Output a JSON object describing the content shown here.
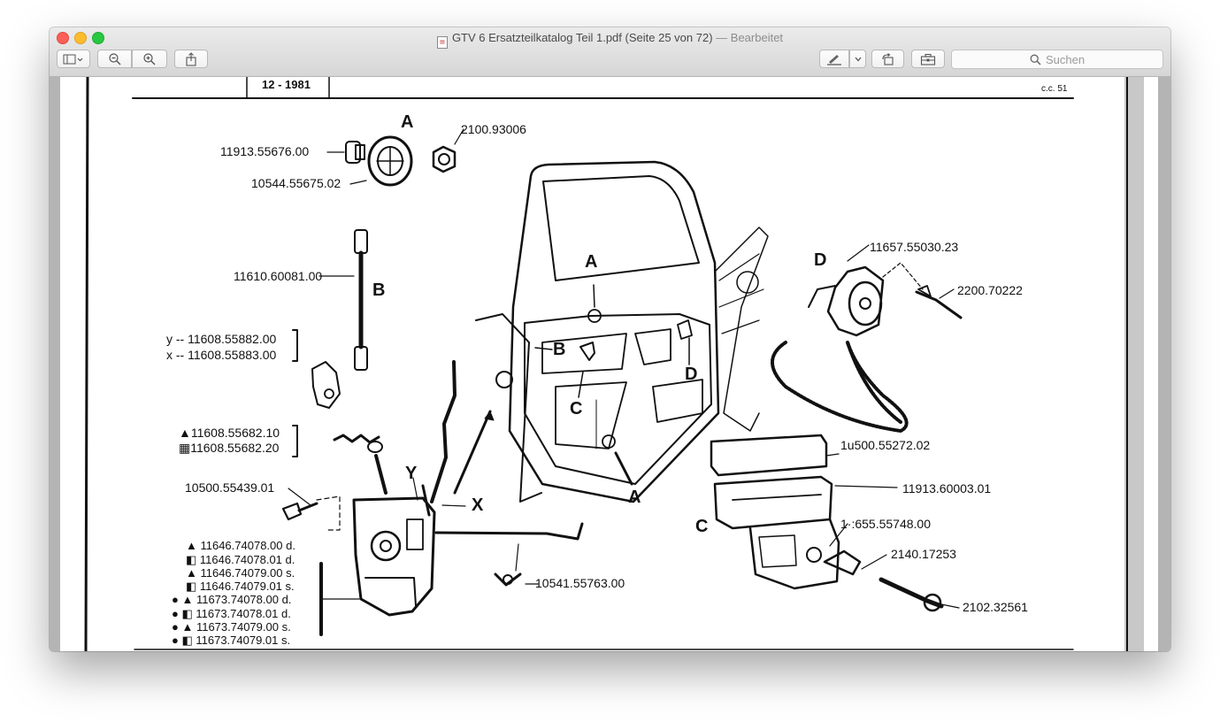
{
  "window": {
    "title": "GTV 6 Ersatzteilkatalog Teil 1.pdf (Seite 25 von 72)",
    "title_separator": "—",
    "title_status": "Bearbeitet",
    "search_placeholder": "Suchen"
  },
  "toolbar": {
    "sidebar_icon": "sidebar-icon",
    "zoom_out_icon": "zoom-out-icon",
    "zoom_in_icon": "zoom-in-icon",
    "share_icon": "share-icon",
    "markup_icon": "pen-markup-icon",
    "rotate_icon": "rotate-icon",
    "toolbox_icon": "toolbox-icon"
  },
  "document": {
    "header_date": "12 - 1981",
    "header_ref": "c.c. 51",
    "labels": {
      "a_top": "A",
      "p_2100_93006": "2100.93006",
      "p_11913_55676": "11913.55676.00",
      "p_10544_55675": "10544.55675.02",
      "p_11610_60081": "11610.60081.00",
      "b_left": "B",
      "p_11608_55882": "y -- 11608.55882.00",
      "p_11608_55883": "x -- 11608.55883.00",
      "p_11608_55682_10": "▲11608.55682.10",
      "p_11608_55682_20": "▦11608.55682.20",
      "p_10500_55439": "10500.55439.01",
      "y_lbl": "Y",
      "x_lbl": "X",
      "a_door": "A",
      "b_door": "B",
      "c_door": "C",
      "d_door": "D",
      "a_door_bottom": "A",
      "d_right": "D",
      "p_11657_55030": "11657.55030.23",
      "p_2200_70222": "2200.70222",
      "p_10500_55272": "1u500.55272.02",
      "p_11913_60003": "11913.60003.01",
      "c_right": "C",
      "p_11655_55748": "1·:655.55748.00",
      "p_2140_17253": "2140.17253",
      "p_2102_32561": "2102.32561",
      "p_10541_55763": "10541.55763.00"
    },
    "lock_list": [
      "▲ 11646.74078.00 d.",
      "◧ 11646.74078.01 d.",
      "▲ 11646.74079.00 s.",
      "◧ 11646.74079.01 s.",
      "● ▲ 11673.74078.00 d.",
      "● ◧ 11673.74078.01 d.",
      "● ▲ 11673.74079.00 s.",
      "● ◧ 11673.74079.01 s."
    ]
  }
}
